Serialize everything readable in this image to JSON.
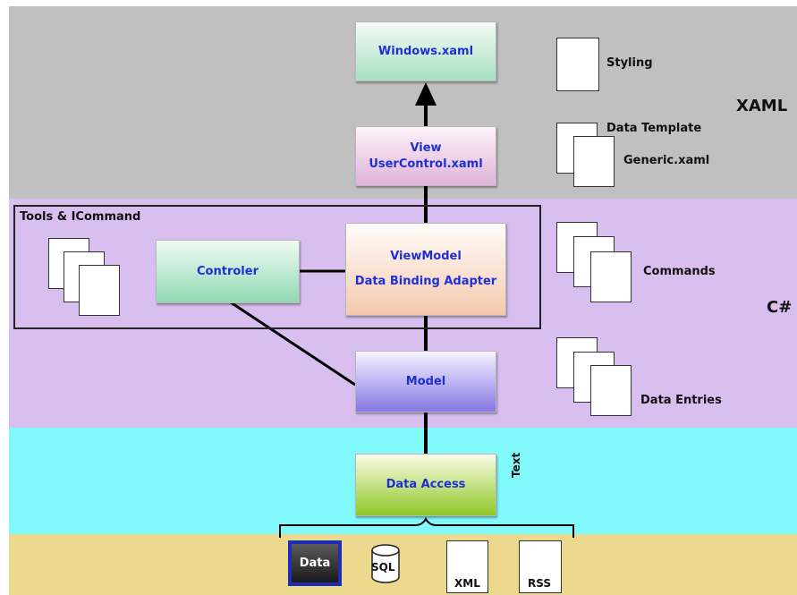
{
  "layers": {
    "xaml": "XAML",
    "csharp": "C#"
  },
  "boxes": {
    "windows": "Windows.xaml",
    "view_line1": "View",
    "view_line2": "UserControl.xaml",
    "viewmodel_line1": "ViewModel",
    "viewmodel_line2": "Data Binding Adapter",
    "controller": "Controler",
    "model": "Model",
    "data_access": "Data Access"
  },
  "frame_label": "Tools & ICommand",
  "notes": {
    "styling": "Styling",
    "data_template": "Data Template",
    "generic": "Generic.xaml",
    "commands": "Commands",
    "data_entries": "Data Entries",
    "text": "Text"
  },
  "sources": [
    "Data",
    "SQL",
    "XML",
    "RSS"
  ],
  "colors": {
    "xaml_band": "#c0c0c0",
    "csharp_band": "#d8bff0",
    "data_band": "#80f8fc",
    "sources_band": "#ecd98e",
    "box_text": "#1f2fd6"
  }
}
